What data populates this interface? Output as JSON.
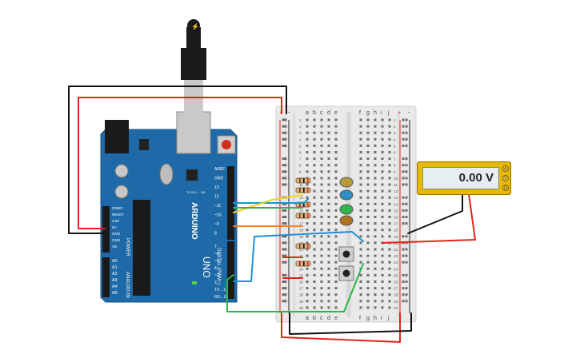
{
  "arduino": {
    "logo_text": "ARDUINO",
    "model": "UNO",
    "header_top_labels": [
      "AREF",
      "GND",
      "13",
      "12",
      "~11",
      "~10",
      "~9",
      "8"
    ],
    "header_top_labels2": [
      "7",
      "~6",
      "~5",
      "4",
      "~3",
      "2",
      "TX→1",
      "RX←0"
    ],
    "digital_label": "DIGITAL (PWM~)",
    "power_labels": [
      "IOREF",
      "RESET",
      "3.3V",
      "5V",
      "GND",
      "GND",
      "Vin"
    ],
    "power_title": "POWER",
    "analog_labels": [
      "A0",
      "A1",
      "A2",
      "A3",
      "A4",
      "A5"
    ],
    "analog_title": "ANALOG IN",
    "led_labels": [
      "TX",
      "RX",
      "L",
      "ON"
    ]
  },
  "breadboard": {
    "columns_left": [
      "a",
      "b",
      "c",
      "d",
      "e"
    ],
    "columns_right": [
      "f",
      "g",
      "h",
      "i",
      "j"
    ],
    "rail_plus": "+",
    "rail_minus": "-",
    "row_numbers": [
      "1",
      "2",
      "3",
      "4",
      "5",
      "6",
      "7",
      "8",
      "9",
      "10",
      "11",
      "12",
      "13",
      "14",
      "15",
      "16",
      "17",
      "18",
      "19",
      "20",
      "21",
      "22",
      "23",
      "24",
      "25",
      "26",
      "27",
      "28",
      "29",
      "30"
    ]
  },
  "multimeter": {
    "reading": "0.00 V",
    "buttons": [
      "A",
      "V",
      "Ω"
    ]
  },
  "colors": {
    "board": "#1e6aa8",
    "breadboard": "#e9e9e9",
    "wire_red": "#e0241b",
    "wire_black": "#111111",
    "wire_blue": "#1e90d6",
    "wire_green": "#2db64a",
    "wire_yellow": "#f2d21b",
    "wire_orange": "#ff7f1a",
    "meter": "#e7b900"
  }
}
